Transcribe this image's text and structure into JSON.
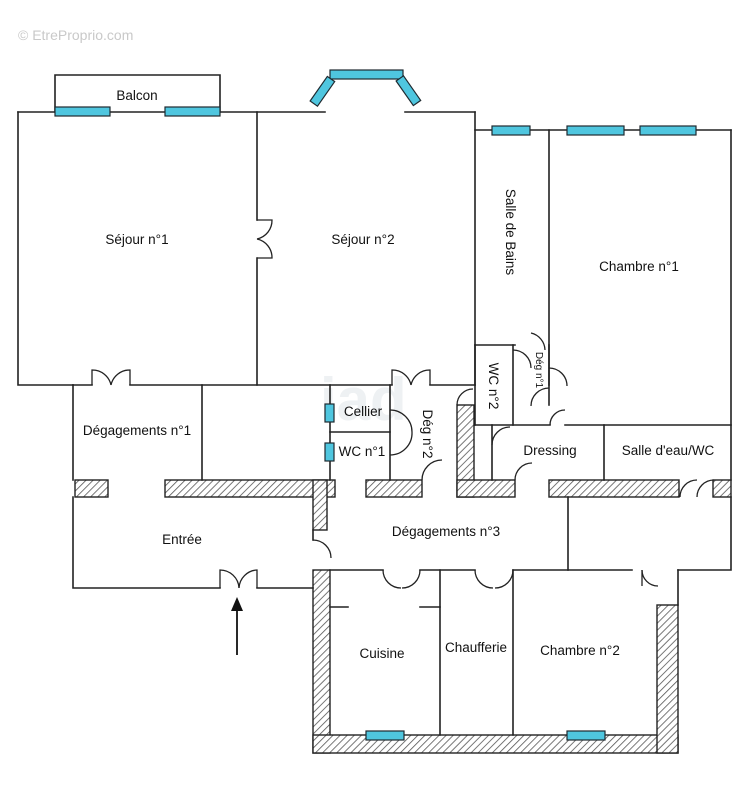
{
  "watermark": "© EtreProprio.com",
  "rooms": {
    "balcon": "Balcon",
    "sejour1": "Séjour n°1",
    "sejour2": "Séjour n°2",
    "salle_de_bains": "Salle de Bains",
    "chambre1": "Chambre n°1",
    "wc2": "WC n°2",
    "deg1": "Dég n°1",
    "cellier": "Cellier",
    "deg2": "Dég n°2",
    "degagements1": "Dégagements n°1",
    "wc1": "WC n°1",
    "dressing": "Dressing",
    "salle_eau": "Salle d'eau/WC",
    "entree": "Entrée",
    "degagements3": "Dégagements n°3",
    "cuisine": "Cuisine",
    "chaufferie": "Chaufferie",
    "chambre2": "Chambre n°2"
  },
  "colors": {
    "window": "#4fc6df",
    "wall": "#222222",
    "hatch": "#555555"
  }
}
